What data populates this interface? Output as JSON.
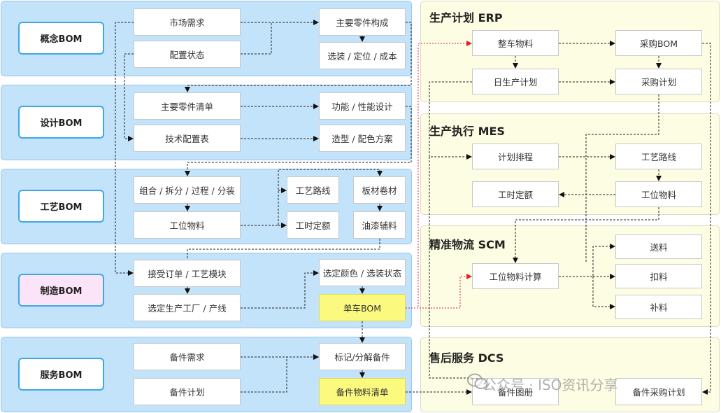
{
  "lanes": [
    {
      "label": "概念BOM"
    },
    {
      "label": "设计BOM"
    },
    {
      "label": "工艺BOM"
    },
    {
      "label": "制造BOM"
    },
    {
      "label": "服务BOM"
    }
  ],
  "bom_nodes": {
    "market_demand": "市场需求",
    "config_status": "配置状态",
    "main_parts": "主要零件构成",
    "option_locate_cost": "选装 / 定位 / 成本",
    "main_parts_list": "主要零件清单",
    "tech_config_table": "技术配置表",
    "function_performance": "功能 / 性能设计",
    "styling_color": "造型 / 配色方案",
    "assemble_ops": "组合 / 拆分 / 过程 / 分装",
    "station_material": "工位物料",
    "process_route": "工艺路线",
    "sheet_coil": "板材卷材",
    "work_hours": "工时定额",
    "paint_aux": "油漆辅料",
    "accept_order": "接受订单 / 工艺模块",
    "select_plant": "选定生产工厂 / 产线",
    "select_color": "选定颜色 / 选装状态",
    "single_car_bom": "单车BOM",
    "spare_demand": "备件需求",
    "spare_plan": "备件计划",
    "mark_decompose": "标记/分解备件",
    "spare_material_list": "备件物料清单"
  },
  "panels": {
    "erp": "生产计划 ERP",
    "mes": "生产执行 MES",
    "scm": "精准物流  SCM",
    "dcs": "售后服务  DCS"
  },
  "sys_nodes": {
    "vehicle_material": "整车物料",
    "purchase_bom": "采购BOM",
    "daily_plan": "日生产计划",
    "purchase_plan": "采购计划",
    "plan_schedule": "计划排程",
    "mes_route": "工艺路线",
    "mes_hours": "工时定额",
    "mes_station_material": "工位物料",
    "station_material_calc": "工位物料计算",
    "deliver": "送料",
    "deduct": "扣料",
    "replenish": "补料",
    "spare_catalog": "备件图册",
    "spare_purchase_plan": "备件采购计划"
  },
  "watermark": "公众号 · ISO资讯分享",
  "colors": {
    "lane_bg": "#c2e3fa",
    "panel_bg": "#fdfde4",
    "label_border": "#3ea8e6",
    "highlight": "#fbf97e",
    "red_link": "#e0202b"
  }
}
